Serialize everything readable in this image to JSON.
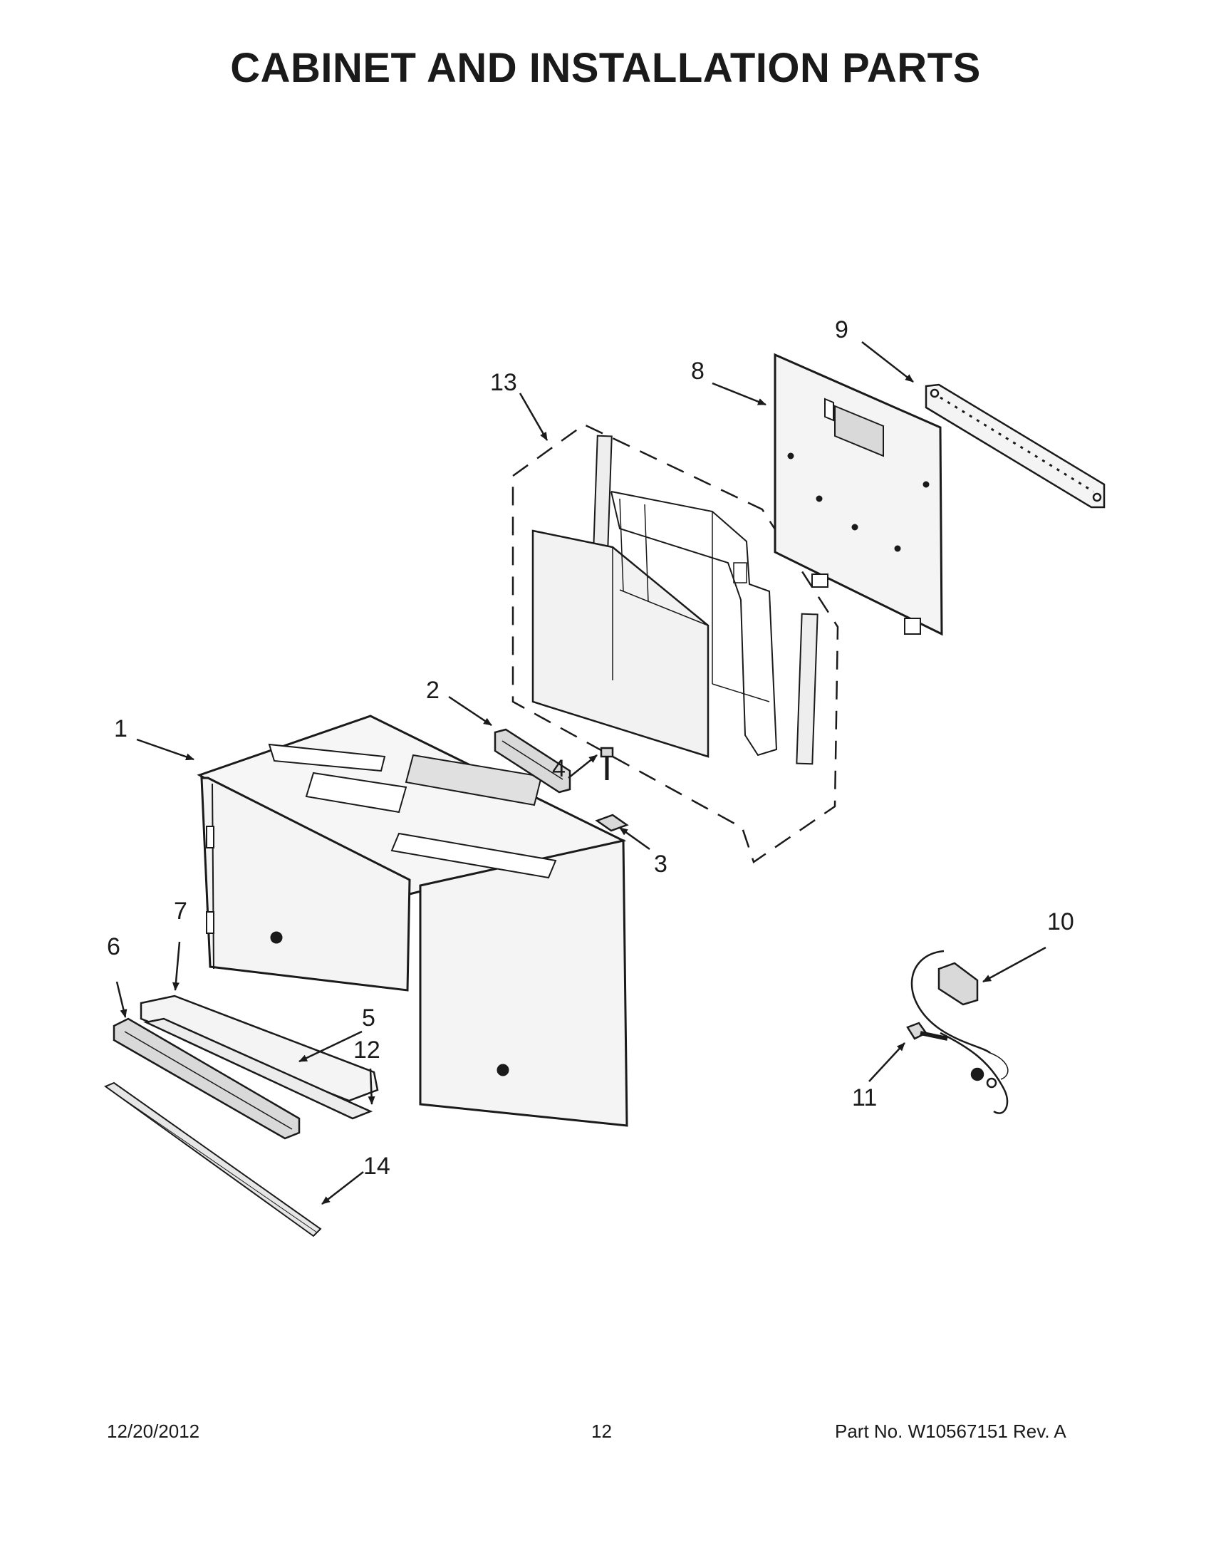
{
  "title": "CABINET AND INSTALLATION PARTS",
  "callouts": {
    "c1": "1",
    "c2": "2",
    "c3": "3",
    "c4": "4",
    "c5": "5",
    "c6": "6",
    "c7": "7",
    "c8": "8",
    "c9": "9",
    "c10": "10",
    "c11": "11",
    "c12": "12",
    "c13": "13",
    "c14": "14"
  },
  "footer": {
    "date": "12/20/2012",
    "page": "12",
    "part": "Part No.  W10567151  Rev.  A"
  },
  "colors": {
    "line": "#1a1a1a",
    "panel_fill": "#f4f4f4",
    "panel_shade": "#d9d9d9"
  }
}
